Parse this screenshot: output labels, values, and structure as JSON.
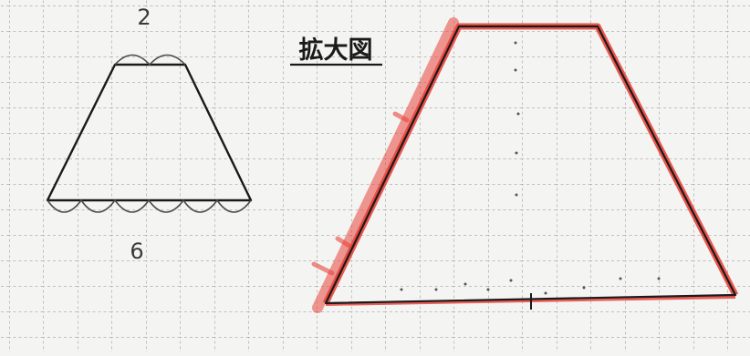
{
  "original": {
    "top_label": "2",
    "bottom_label": "6",
    "top_units": 2,
    "bottom_units": 6
  },
  "enlarged": {
    "title": "拡大図"
  },
  "colors": {
    "paper": "#f4f4f2",
    "grid": "#8c8c8c",
    "ink": "#1a1a1a",
    "pencil": "#4a4a4a",
    "red": "#e8453c"
  }
}
